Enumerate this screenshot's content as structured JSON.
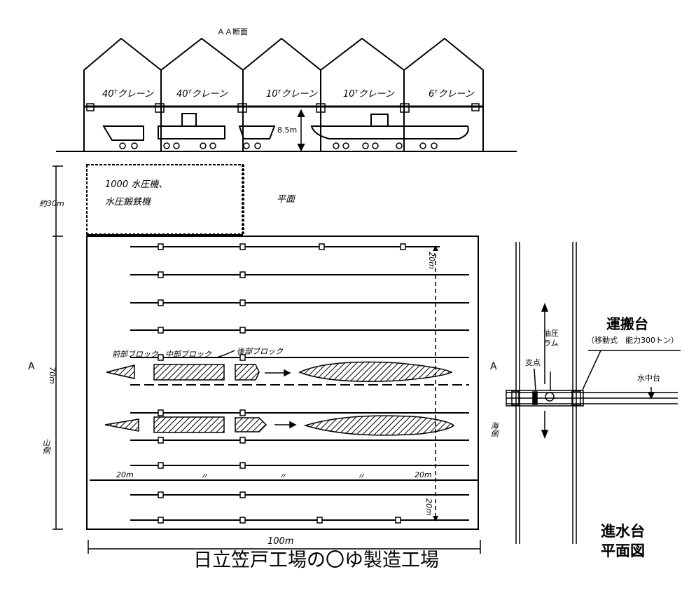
{
  "section": {
    "title": "ＡＡ断面",
    "cranes": [
      "40ᵀクレーン",
      "40ᵀクレーン",
      "10ᵀクレーン",
      "10ᵀクレーン",
      "6ᵀクレーン"
    ],
    "height_label": "8.5m"
  },
  "plan": {
    "label": "平面",
    "press_area_line1": "1000 水圧機、",
    "press_area_line2": "水圧鍛鉄機",
    "press_depth_label": "約30m",
    "block_labels": [
      "前部ブロック",
      "中部ブロック",
      "後部ブロック"
    ],
    "section_marker_left": "A",
    "section_marker_right": "A",
    "dim_vertical": "70m",
    "dim_bottom": "100m",
    "dim_20_left": "20m",
    "dim_20_right": "20m",
    "dim_20_top": "20m",
    "dim_20_bottom": "20m",
    "sea_side": "山側",
    "sea_side2": "海側",
    "dot_label": "〃"
  },
  "title": "日立笠戸工場の〇ゆ製造工場",
  "launch": {
    "carriage_title": "運搬台",
    "carriage_sub": "（移動式　能力300トン）",
    "fulcrum": "支点",
    "ram_line1": "油圧",
    "ram_line2": "ラム",
    "underwater": "水中台",
    "footer_line1": "進水台",
    "footer_line2": "平面図"
  }
}
